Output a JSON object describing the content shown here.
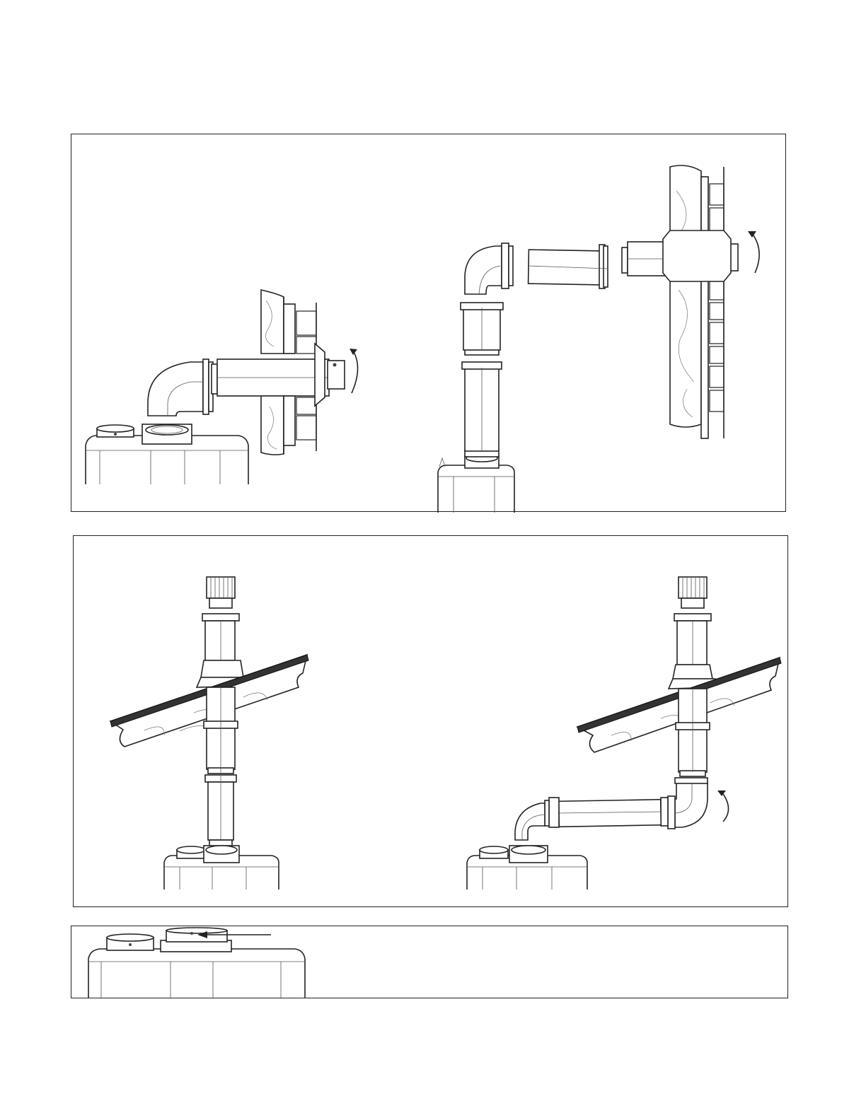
{
  "figures": {
    "top": {
      "left_view": "horizontal-vent-short",
      "right_view": "horizontal-vent-long"
    },
    "middle": {
      "left_view": "vertical-vent-straight",
      "right_view": "vertical-vent-offset"
    },
    "bottom": {
      "view": "heater-top-vent-collar"
    }
  },
  "icons": [
    "rotate-arrow-icon",
    "pointer-arrow-icon"
  ],
  "colors": {
    "line": "#222222",
    "background": "#ffffff"
  }
}
